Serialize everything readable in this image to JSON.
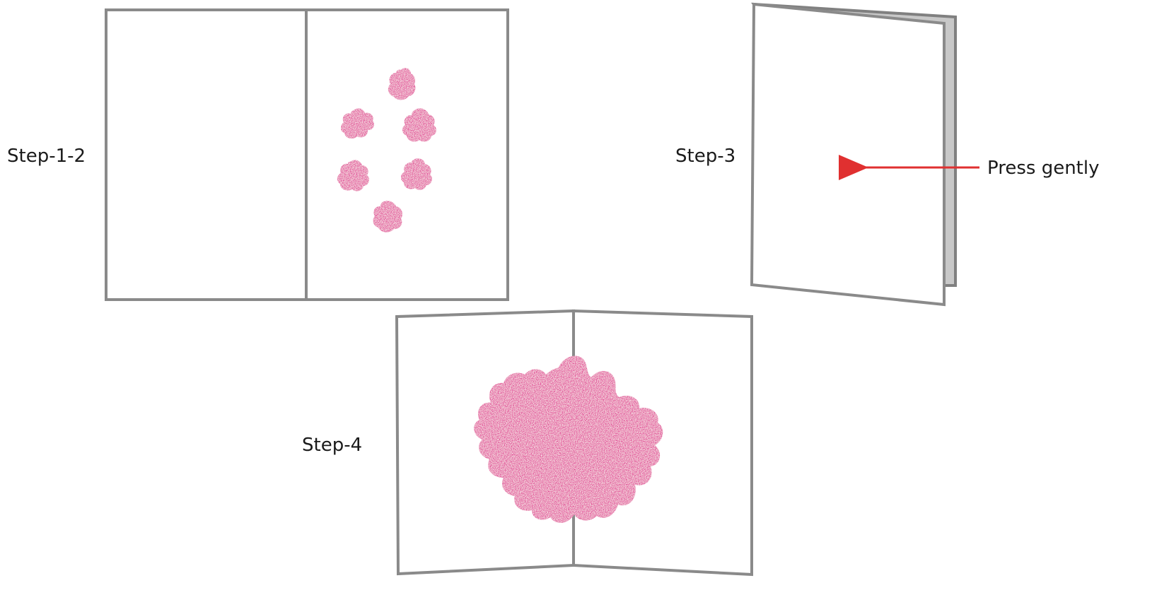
{
  "colors": {
    "paint": "#e0338f",
    "paper_border": "#8a8a8a",
    "paper_back": "#c8c8c8",
    "arrow": "#e03030"
  },
  "steps": [
    {
      "id": "step-1-2",
      "label": "Step-1-2"
    },
    {
      "id": "step-3",
      "label": "Step-3",
      "annotation": "Press gently"
    },
    {
      "id": "step-4",
      "label": "Step-4"
    }
  ]
}
